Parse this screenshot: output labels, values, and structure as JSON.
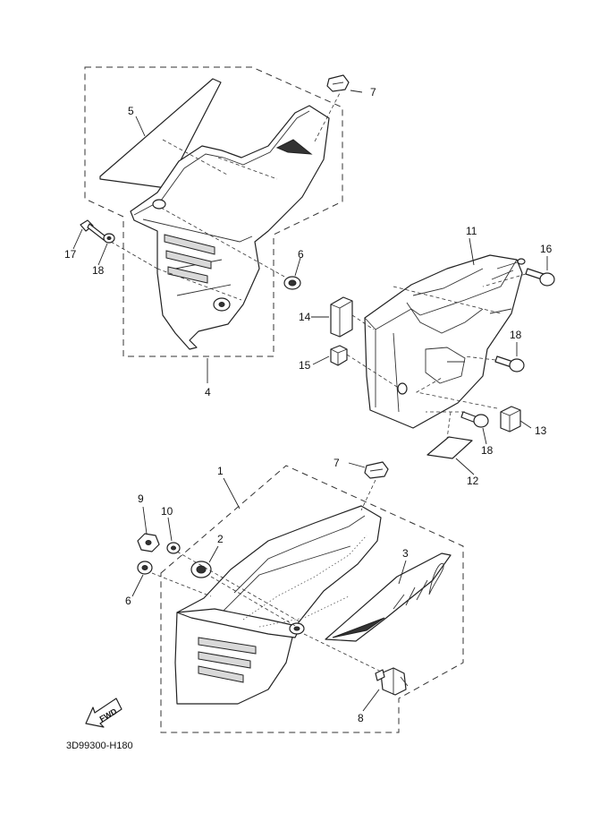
{
  "diagram": {
    "drawing_code": "3D99300-H180",
    "direction_marker": "FWD",
    "callouts": [
      "1",
      "2",
      "3",
      "4",
      "5",
      "6",
      "6",
      "7",
      "7",
      "8",
      "9",
      "10",
      "11",
      "12",
      "13",
      "14",
      "15",
      "16",
      "17",
      "18",
      "18",
      "18"
    ]
  }
}
